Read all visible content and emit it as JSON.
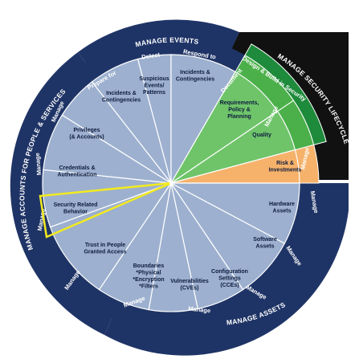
{
  "colors": {
    "navy": "#1f3466",
    "steel": "#9db0cf",
    "black": "#111111",
    "green_dark": "#1e8a3b",
    "green_mid": "#4bb04a",
    "green_light": "#6fc46a",
    "orange": "#f6b26b",
    "highlight": "#f2ea1f",
    "divider": "#ffffff"
  },
  "rings": {
    "manage_events": "MANAGE EVENTS",
    "security_lifecycle": "MANAGE SECURITY LIFECYCLE",
    "manage_assets": "MANAGE ASSETS",
    "manage_accounts": "MANAGE ACCOUNTS FOR PEOPLE & SERVICES"
  },
  "events_tabs": {
    "prepare_for": "Prepare for",
    "detect": "Detect",
    "respond_to": "Respond to"
  },
  "lifecycle_tabs": {
    "design_build": "Design & Build in Security",
    "document": "Document",
    "manage": "Manage",
    "manage_orange": "Manage"
  },
  "assets_tabs": {
    "hardware": "Manage",
    "software": "Manage",
    "configuration": "Manage",
    "vulnerabilities": "Manage",
    "boundaries": "Manage"
  },
  "accounts_tabs": {
    "trust": "Manage",
    "security_behavior": "Manage",
    "credentials": "Manage",
    "privileges": "Manage"
  },
  "segments": {
    "incidents_prepare": [
      "Incidents &",
      "Contingencies"
    ],
    "suspicious": [
      "Suspicious",
      "Events/",
      "Patterns"
    ],
    "incidents_respond": [
      "Incidents &",
      "Contingencies"
    ],
    "requirements": [
      "Requirements,",
      "Policy &",
      "Planning"
    ],
    "quality": [
      "Quality"
    ],
    "risk": [
      "Risk &",
      "Investments"
    ],
    "hardware": [
      "Hardware",
      "Assets"
    ],
    "software": [
      "Software",
      "Assets"
    ],
    "configuration": [
      "Configuration",
      "Settings",
      "(CCEs)"
    ],
    "vulnerabilities": [
      "Vulnerabilities",
      "(CVEs)"
    ],
    "boundaries": [
      "Boundaries",
      "*Physical",
      "*Encryption",
      "*Filters"
    ],
    "trust": [
      "Trust in People",
      "Granted Access"
    ],
    "security_behavior": [
      "Security Related",
      "Behavior"
    ],
    "credentials": [
      "Credentials &",
      "Authentication"
    ],
    "privileges": [
      "Privileges",
      "(& Accounts)"
    ]
  }
}
